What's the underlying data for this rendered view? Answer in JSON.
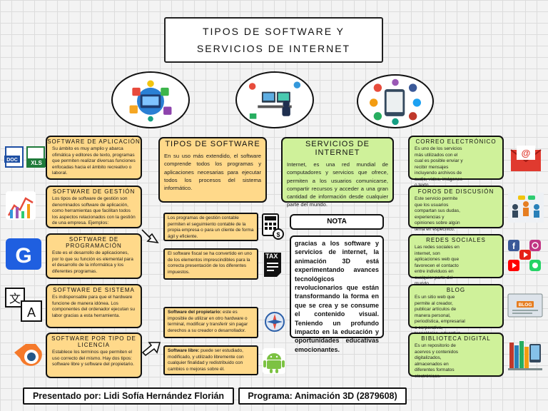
{
  "title": {
    "line1": "TIPOS DE SOFTWARE Y",
    "line2": "SERVICIOS DE INTERNET"
  },
  "center": {
    "tipos": {
      "heading": "TIPOS DE SOFTWARE",
      "body": "En su uso más extendido, el software comprende todos los programas y aplicaciones necesarias para ejecutar todos los procesos del sistema informático."
    },
    "servicios": {
      "heading": "SERVICIOS DE INTERNET",
      "body": "Internet, es una red mundial de computadores y servicios que ofrece, permiten a los usuarios comunicarse, compartir recursos y acceder a una gran cantidad de información desde cualquier parte del mundo."
    },
    "nota_heading": "NOTA",
    "nota_body": "gracias a los software y servicios de internet, la animación 3D está experimentando avances tecnológicos revolucionarios que están transformando la forma en que se crea y se consume el contenido visual. Teniendo un profundo impacto en la educación y oportunidades educativas emocionantes."
  },
  "left_cards": [
    {
      "heading": "SOFTWARE DE APLICACIÓN",
      "body": "Su ámbito es muy amplio y abarca ofimática y editores de texto, programas que permiten realizar diversas funciones enfocadas hacia el ámbito recreativo o laboral.",
      "icon": "doc-xls-icon"
    },
    {
      "heading": "SOFTWARE DE GESTIÓN",
      "body": "Los tipos de software de gestión son denominados software de aplicación, como herramientas que facilitan todos los aspectos relacionados con la gestión de una empresa. Ejemplos:",
      "icon": "chart-icon"
    },
    {
      "heading": "SOFTWARE DE PROGRAMACIÓN",
      "body": "Este es el desarrollo de aplicaciones, por lo que su función es elemental para el desarrollo de la informática y los diferentes programas.",
      "icon": "g-logo-icon"
    },
    {
      "heading": "SOFTWARE DE SISTEMA",
      "body": "Es indispensable para que el hardware funcione de manera idónea. Los componentes del ordenador ejecutan su labor gracias a esta herramienta.",
      "icon": "translate-icon"
    },
    {
      "heading": "SOFTWARE POR TIPO DE LICENCIA",
      "body": "Establece los terminos que permiten el uso correcto del mismo. Hay dos tipos: software libre y software del propietario.",
      "icon": "blender-icon"
    }
  ],
  "middle_boxes": {
    "contable": "Los programas de gestión contable permiten el seguimiento contable de la propia empresa o para un cliente de forma ágil y eficiente.",
    "fiscal": "El software fiscal se ha convertido en uno de los elementos imprescindibles para la correcta presentación de los diferentes impuestos.",
    "propietario_label": "Software del propietario:",
    "propietario_body": " este es imposible de utilizar en otro hardware o terminal, modificar y transferir sin pagar derechos a su creador o desarrollador.",
    "libre_label": "Software libre:",
    "libre_body": " puede ser estudiado, modificado, y utilizado libremente con cualquier finalidad y redistribuido con cambios o mejoras sobre él.",
    "tax_label": "TAX"
  },
  "right_cards": [
    {
      "heading": "CORREO ELECTRÓNICO",
      "body": "Es uno de los servicios más utilizados con el cual es posible enviar y recibir mensajes incluyendo archivos de audio, video, imágenes o texto.",
      "icon": "email-icon"
    },
    {
      "heading": "FOROS DE DISCUSIÓN",
      "body": "Este servicio permite que los usuarios compartan sus dudas, experiencias y opiniones sobre algún tema en específico.",
      "icon": "forum-icon"
    },
    {
      "heading": "REDES SOCIALES",
      "body": "Las redes sociales en internet, son aplicaciones web que favorecen el contacto entre individuos en cualquier parte del mundo.",
      "icon": "social-media-icon"
    },
    {
      "heading": "BLOG",
      "body": "Es un sitio web que permite al creador, publicar artículos de manera personal, periodística, empresarial o corporativa, tecnológica, educativa, etc.",
      "icon": "blog-icon"
    },
    {
      "heading": "BIBLIOTECA DIGITAL",
      "body": "Es un repositorio de acervos y contenidos digitalizados, almacenados en diferentes formatos electrónicos.",
      "icon": "digital-library-icon"
    }
  ],
  "footer": {
    "presenter": "Presentado por: Lidi Sofía Hernández Florián",
    "program": "Programa: Animación 3D (2879608)"
  },
  "colors": {
    "yellow": "#ffd98a",
    "green": "#cff19a",
    "border": "#111111"
  }
}
